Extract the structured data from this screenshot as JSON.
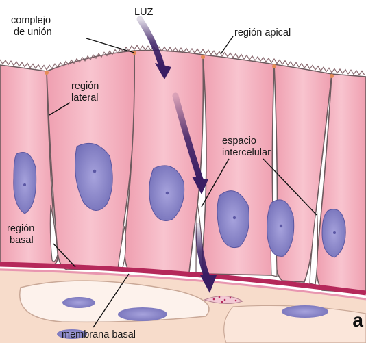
{
  "labels": {
    "luz": "LUZ",
    "complejo_union": [
      "complejo",
      "de unión"
    ],
    "region_apical": "región apical",
    "region_lateral": [
      "región",
      "lateral"
    ],
    "espacio_intercelular": [
      "espacio",
      "intercelular"
    ],
    "region_basal": [
      "región",
      "basal"
    ],
    "membrana_basal": "membrana basal",
    "panel_letter": "a"
  },
  "colors": {
    "cell_fill": "#f5b9c4",
    "cell_outline": "#6d5a5e",
    "nucleus": "#8a86c9",
    "basal_membrane": "#b5285a",
    "connective": "#f7dccb",
    "arrow": "#3a1d63",
    "background": "#ffffff"
  }
}
